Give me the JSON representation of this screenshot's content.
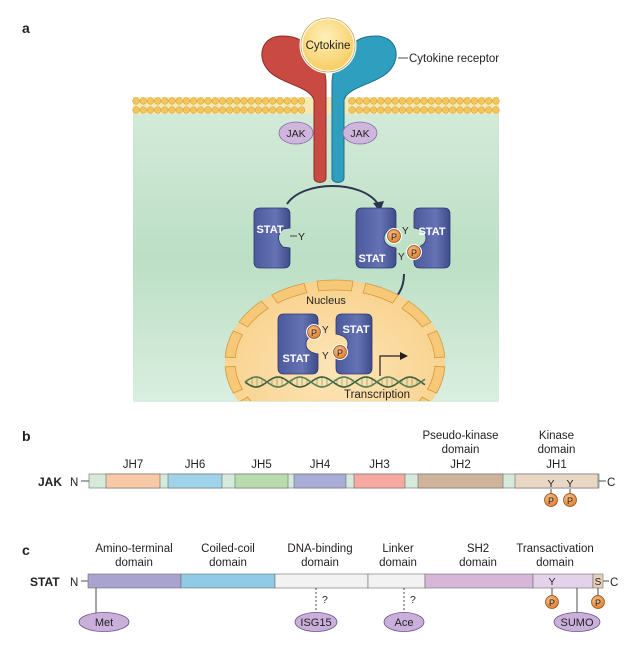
{
  "panel_a": {
    "label": "a",
    "cytokine": "Cytokine",
    "cytokine_receptor": "Cytokine receptor",
    "jak_left": "JAK",
    "jak_right": "JAK",
    "stat_mono": "STAT",
    "stat_mono_y": "Y",
    "dimer1": {
      "top": "STAT",
      "bottom": "STAT",
      "y1": "Y",
      "y2": "Y",
      "p1": "P",
      "p2": "P"
    },
    "nucleus": "Nucleus",
    "dimer2": {
      "top": "STAT",
      "bottom": "STAT",
      "y1": "Y",
      "y2": "Y",
      "p1": "P",
      "p2": "P"
    },
    "transcription": "Transcription"
  },
  "panel_b": {
    "label": "b",
    "protein": "JAK",
    "n_term": "N",
    "c_term": "C",
    "domains": [
      {
        "name": "JH7",
        "color": "#f7c9a6"
      },
      {
        "name": "JH6",
        "color": "#9fd3ea"
      },
      {
        "name": "JH5",
        "color": "#b9dcae"
      },
      {
        "name": "JH4",
        "color": "#a9acd6"
      },
      {
        "name": "JH3",
        "color": "#f5a9a0"
      },
      {
        "name": "JH2",
        "line1": "Pseudo-kinase",
        "line2": "domain",
        "color": "#cfb39a"
      },
      {
        "name": "JH1",
        "line1": "Kinase",
        "line2": "domain",
        "color": "#e8d7c4"
      }
    ],
    "tyrosines": [
      "Y",
      "Y"
    ],
    "phospho": [
      "P",
      "P"
    ]
  },
  "panel_c": {
    "label": "c",
    "protein": "STAT",
    "n_term": "N",
    "c_term": "C",
    "domains": [
      {
        "line1": "Amino-terminal",
        "line2": "domain",
        "color": "#a9a3cf"
      },
      {
        "line1": "Coiled-coil",
        "line2": "domain",
        "color": "#8fcbe6"
      },
      {
        "line1": "DNA-binding",
        "line2": "domain",
        "color": "#f2f2f2"
      },
      {
        "line1": "Linker",
        "line2": "domain",
        "color": "#f2f2f2"
      },
      {
        "line1": "SH2",
        "line2": "domain",
        "color": "#d7b6d9"
      },
      {
        "line1": "Transactivation",
        "line2": "domain",
        "color": "#e4d2ea"
      }
    ],
    "ta_y": "Y",
    "ta_s": "S",
    "phospho": [
      "P",
      "P"
    ],
    "modifications": [
      "Met",
      "ISG15",
      "Ace",
      "SUMO"
    ],
    "unknown": [
      "?",
      "?"
    ]
  }
}
